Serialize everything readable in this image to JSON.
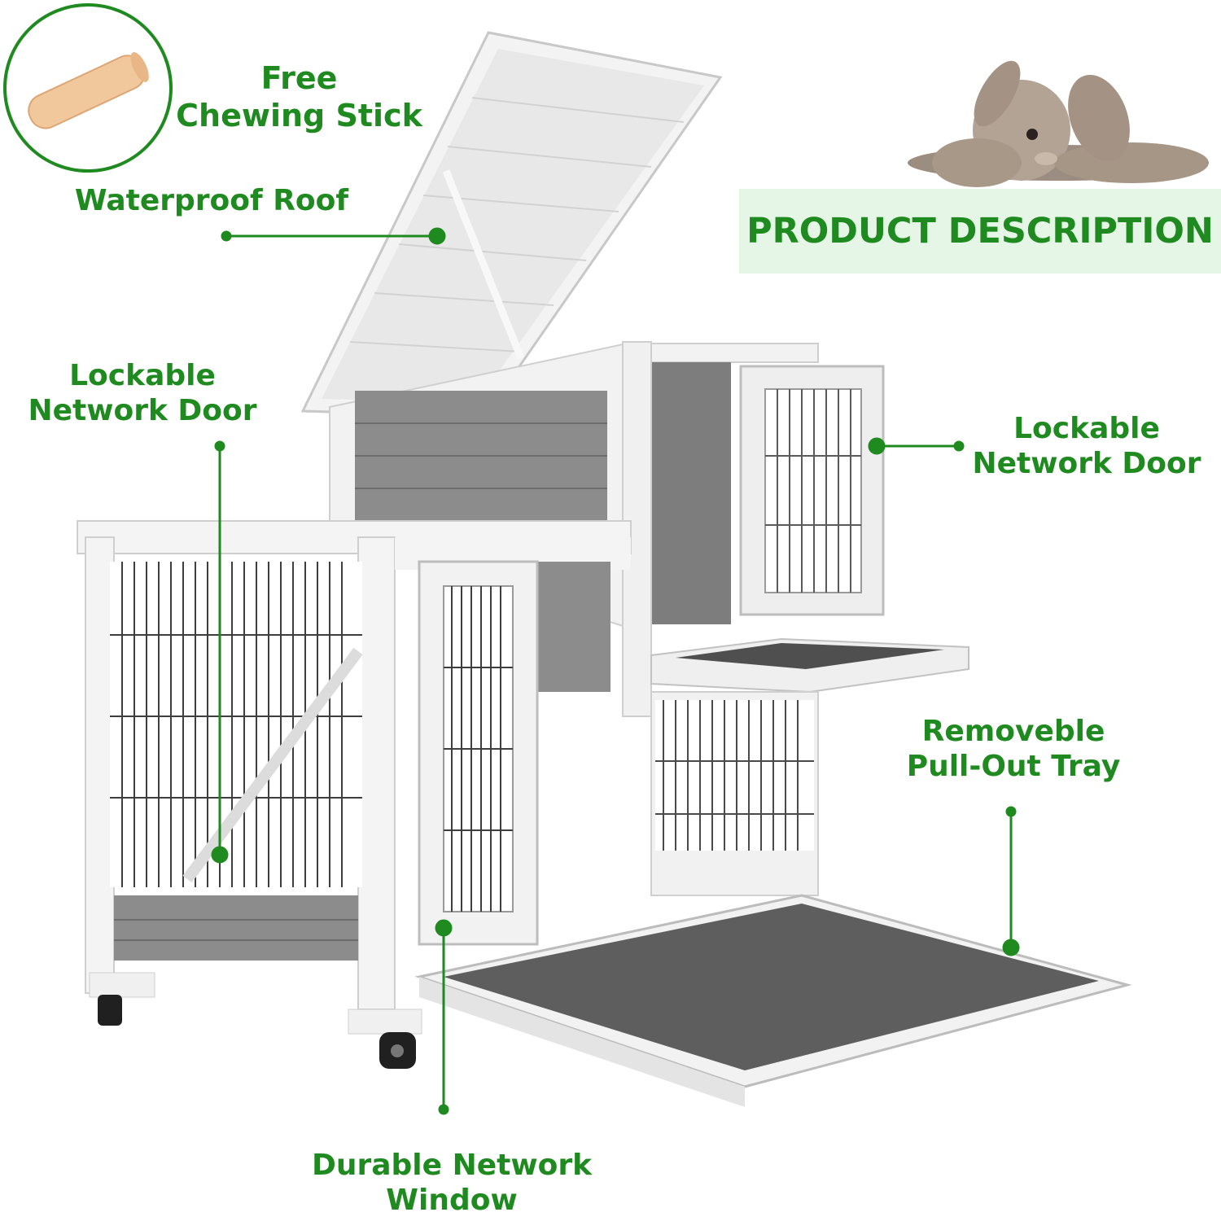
{
  "labels": {
    "chewing_line1": "Free",
    "chewing_line2": "Chewing Stick",
    "roof": "Waterproof Roof",
    "product_description": "PRODUCT DESCRIPTION",
    "left_door_line1": "Lockable",
    "left_door_line2": "Network Door",
    "right_door_line1": "Lockable",
    "right_door_line2": "Network Door",
    "tray_line1": "Removeble",
    "tray_line2": "Pull-Out Tray",
    "window_line1": "Durable Network",
    "window_line2": "Window"
  },
  "colors": {
    "label_green": "#1f8a1f",
    "banner_bg": "#e6f6e6",
    "frame_white": "#f4f4f4",
    "panel_gray": "#8a8a8a",
    "tray_dark": "#5e5e5e"
  }
}
